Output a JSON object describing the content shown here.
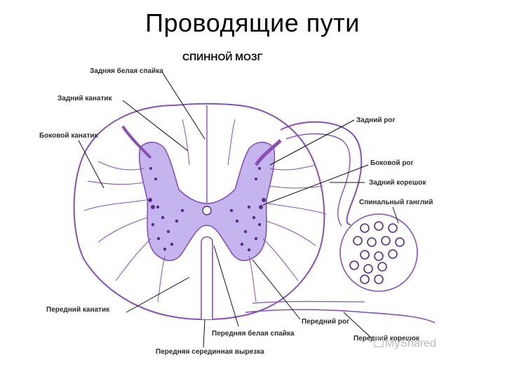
{
  "slide": {
    "title": "Проводящие пути"
  },
  "diagram": {
    "heading": "СПИННОЙ МОЗГ",
    "labels": {
      "zadnyaya_belaya_spaika": "Задняя белая спайка",
      "zadniy_kanatik": "Задний канатик",
      "bokovoy_kanatik": "Боковой канатик",
      "zadniy_rog": "Задний рог",
      "bokovoy_rog": "Боковой рог",
      "zadniy_koreshok": "Задний корешок",
      "spinalnyi_gangliy": "Спинальный ганглий",
      "peredniy_kanatik": "Передний канатик",
      "peredniy_rog": "Передний рог",
      "perednyaya_belaya_spaika": "Передняя белая спайка",
      "perednyaya_sredinnaya_vyrezka": "Передняя серединная вырезка",
      "peredniy_koreshok": "Передний корешок"
    },
    "colors": {
      "outline": "#8a4fb5",
      "gray_matter": "#c4b5ee",
      "dots": "#5a2a8a",
      "pointer": "#111111"
    }
  },
  "watermark": {
    "text": "MyShared"
  }
}
